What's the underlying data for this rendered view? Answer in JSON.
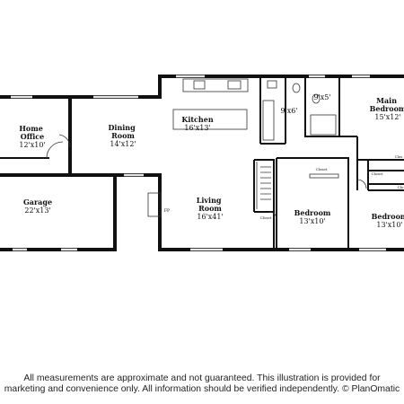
{
  "rooms": {
    "home_office": {
      "name": "Home\nOffice",
      "size": "12'x10'"
    },
    "garage": {
      "name": "Garage",
      "size": "22'x13'"
    },
    "dining_room": {
      "name": "Dining\nRoom",
      "size": "14'x12'"
    },
    "kitchen": {
      "name": "Kitchen",
      "size": "16'x13'"
    },
    "living_room": {
      "name": "Living\nRoom",
      "size": "16'x41'"
    },
    "bath_1": {
      "size": "9'x6'"
    },
    "bath_2": {
      "size": "9'x5'"
    },
    "main_bedroom": {
      "name": "Main\nBedroom",
      "size": "15'x12'"
    },
    "bedroom_center": {
      "name": "Bedroom",
      "size": "13'x10'"
    },
    "bedroom_right": {
      "name": "Bedroom",
      "size": "13'x10'"
    }
  },
  "small_labels": {
    "fireplace": "FP",
    "closet_hall": "Closet",
    "closet_bedroom": "Closet",
    "closet_right_top": "Clos",
    "closet_right_mid": "Closet",
    "closet_right_bottom": "Clo"
  },
  "disclaimer": {
    "line1": "All measurements are approximate and not guaranteed. This illustration is provided for",
    "line2": "marketing and convenience only. All information should be verified independently. © PlanOmatic"
  }
}
